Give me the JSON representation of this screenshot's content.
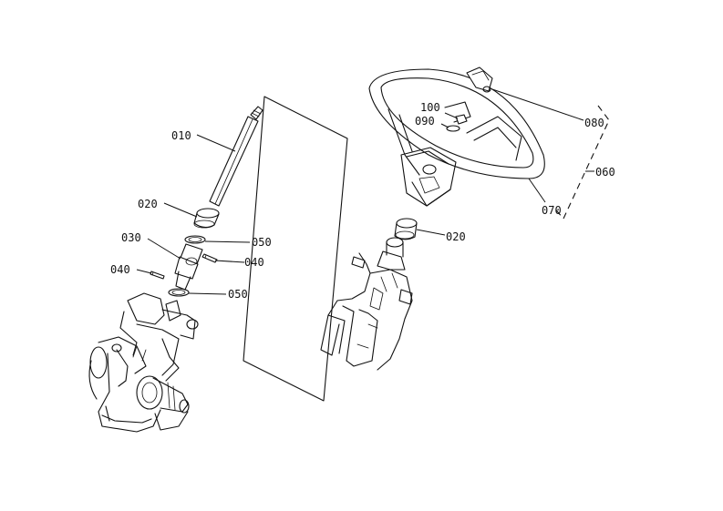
{
  "callouts": {
    "c010": "010",
    "c020_left": "020",
    "c030": "030",
    "c040_left": "040",
    "c040_right": "040",
    "c050_upper": "050",
    "c050_lower": "050",
    "c020_right": "020",
    "c100": "100",
    "c090": "090",
    "c080": "080",
    "c060": "060",
    "c070": "070"
  }
}
